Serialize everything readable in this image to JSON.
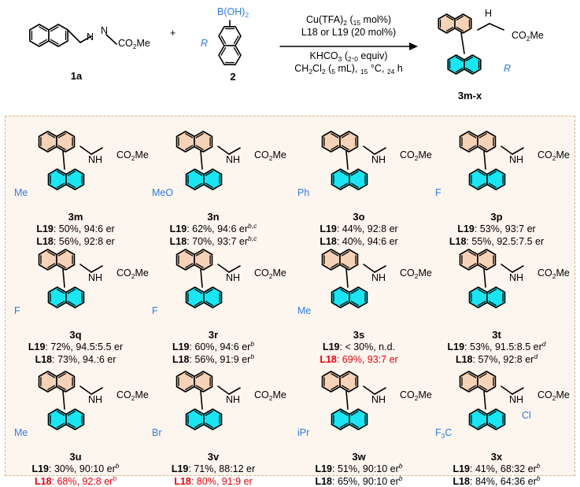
{
  "reaction": {
    "reagent_1_substituent": "CO2Me",
    "reagent_1_label": "1a",
    "plus": "+",
    "reagent_2_group": "B(OH)2",
    "reagent_2_r": "R",
    "reagent_2_label": "2",
    "conditions": {
      "catalyst": "Cu(TFA)2 (15 mol%)",
      "ligand": "L18 or L19 (20 mol%)",
      "base": "KHCO3 (2.0 equiv)",
      "solvent": "CH2Cl2 (5 mL), 15 °C, 24 h"
    },
    "product_group": "CO2Me",
    "product_r": "R",
    "product_label": "3m-x"
  },
  "entries": [
    {
      "label": "3m",
      "substituent": "Me",
      "l19": "L19",
      "l19_result": ": 50%, 94:6 er",
      "l19_note": "",
      "l18": "L18",
      "l18_result": ": 56%, 92:8 er",
      "l18_note": "",
      "l18_red": false
    },
    {
      "label": "3n",
      "substituent": "MeO",
      "l19": "L19",
      "l19_result": ": 62%, 94:6 er",
      "l19_note": "b,c",
      "l18": "L18",
      "l18_result": ": 70%, 93:7 er",
      "l18_note": "b,c",
      "l18_red": false
    },
    {
      "label": "3o",
      "substituent": "Ph",
      "l19": "L19",
      "l19_result": ": 44%, 92:8 er",
      "l19_note": "",
      "l18": "L18",
      "l18_result": ": 40%, 94:6 er",
      "l18_note": "",
      "l18_red": false
    },
    {
      "label": "3p",
      "substituent": "F",
      "l19": "L19",
      "l19_result": ": 53%, 93:7 er",
      "l19_note": "",
      "l18": "L18",
      "l18_result": ": 55%, 92.5:7.5 er",
      "l18_note": "",
      "l18_red": false
    },
    {
      "label": "3q",
      "substituent": "F",
      "l19": "L19",
      "l19_result": ": 72%, 94.5:5.5 er",
      "l19_note": "",
      "l18": "L18",
      "l18_result": ": 73%, 94.:6 er",
      "l18_note": "",
      "l18_red": false
    },
    {
      "label": "3r",
      "substituent": "F",
      "l19": "L19",
      "l19_result": ": 60%, 94:6 er",
      "l19_note": "b",
      "l18": "L18",
      "l18_result": ": 56%, 91:9 er",
      "l18_note": "b",
      "l18_red": false
    },
    {
      "label": "3s",
      "substituent": "Me",
      "l19": "L19",
      "l19_result": ": < 30%, n.d.",
      "l19_note": "",
      "l18": "L18",
      "l18_result": ": 69%, 93:7 er",
      "l18_note": "",
      "l18_red": true
    },
    {
      "label": "3t",
      "substituent": "",
      "l19": "L19",
      "l19_result": ": 53%, 91.5:8.5 er",
      "l19_note": "d",
      "l18": "L18",
      "l18_result": ": 57%, 92:8 er",
      "l18_note": "d",
      "l18_red": false
    },
    {
      "label": "3u",
      "substituent": "Me",
      "l19": "L19",
      "l19_result": ": 30%, 90:10 er",
      "l19_note": "b",
      "l18": "L18",
      "l18_result": ": 68%, 92:8 er",
      "l18_note": "b",
      "l18_red": true
    },
    {
      "label": "3v",
      "substituent": "Br",
      "l19": "L19",
      "l19_result": ": 71%, 88:12 er",
      "l19_note": "",
      "l18": "L18",
      "l18_result": ": 80%, 91:9 er",
      "l18_note": "",
      "l18_red": true
    },
    {
      "label": "3w",
      "substituent": "iPr",
      "l19": "L19",
      "l19_result": ": 51%, 90:10 er",
      "l19_note": "b",
      "l18": "L18",
      "l18_result": ": 65%, 90:10 er",
      "l18_note": "b",
      "l18_red": false
    },
    {
      "label": "3x",
      "substituent": "F3C",
      "substituent_2": "Cl",
      "l19": "L19",
      "l19_result": ": 41%, 68:32 er",
      "l19_note": "b",
      "l18": "L18",
      "l18_result": ": 84%, 64:36 er",
      "l18_note": "b",
      "l18_red": false
    }
  ],
  "nh": "H",
  "n": "N",
  "colors": {
    "ring_top": "#f6d3b8",
    "ring_bottom": "#19e6f2",
    "substituent": "#2e7be6",
    "highlight": "#e8000b",
    "panel": "#fdf6ee"
  }
}
